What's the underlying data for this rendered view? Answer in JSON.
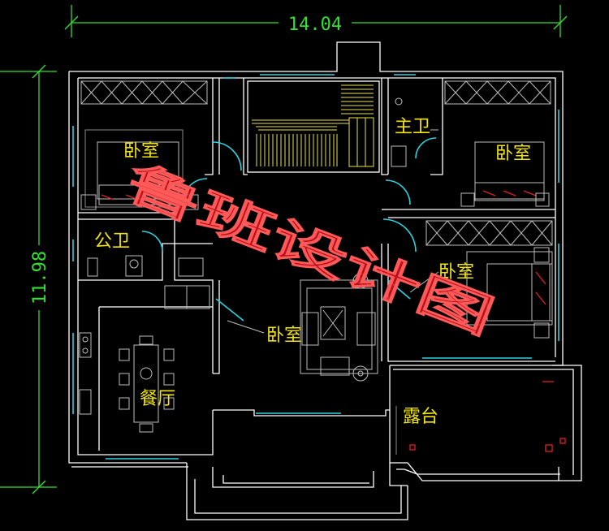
{
  "dimensions": {
    "width_label": "14.04",
    "height_label": "11.98"
  },
  "rooms": {
    "bedroom_nw": "卧室",
    "bedroom_ne": "卧室",
    "bedroom_e": "卧室",
    "bedroom_c": "卧室",
    "master_bath": "主卫",
    "public_bath": "公卫",
    "dining": "餐厅",
    "terrace": "露台"
  },
  "watermark": "鲁班设计图",
  "colors": {
    "background": "#000000",
    "walls": "#ffffff",
    "windows": "#2fd3e0",
    "labels": "#f2e30a",
    "dimension_lines": "#33e033",
    "watermark": "#e0141e"
  }
}
